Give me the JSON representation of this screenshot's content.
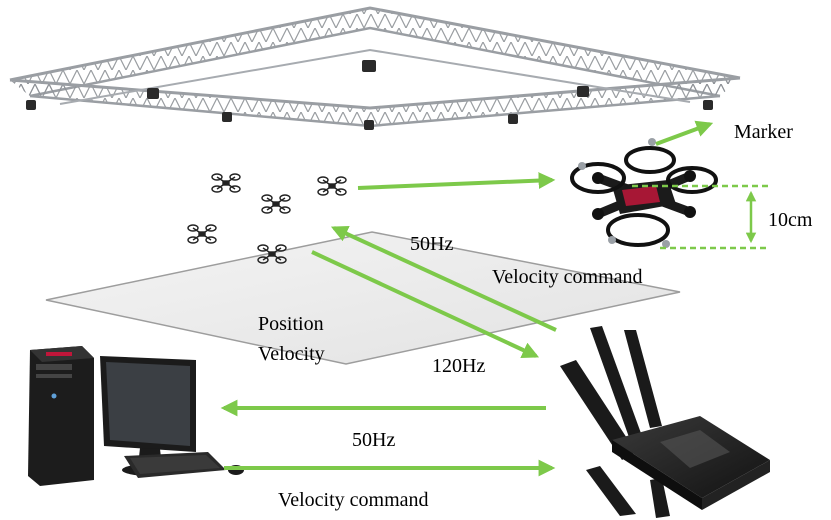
{
  "labels": {
    "marker": "Marker",
    "height": "10cm",
    "rate_command_upper": "50Hz",
    "velocity_command_upper": "Velocity command",
    "position": "Position",
    "velocity": "Velocity",
    "rate_mocap": "120Hz",
    "rate_command_lower": "50Hz",
    "velocity_command_lower": "Velocity command"
  },
  "colors": {
    "arrow": "#7dc94a",
    "truss": "#9a9ea3",
    "floor": "#ececec",
    "drone": "#1b1b1b",
    "accent": "#c0163a"
  },
  "icons": [
    "truss-frame",
    "motion-capture-camera",
    "mini-drone",
    "computer",
    "router"
  ]
}
